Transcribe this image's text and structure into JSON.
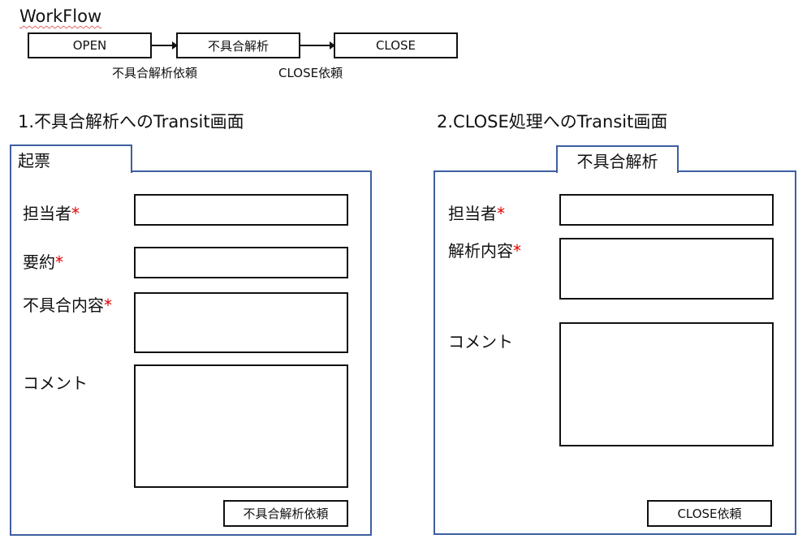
{
  "workflow": {
    "title": "WorkFlow",
    "states": [
      "OPEN",
      "不具合解析",
      "CLOSE"
    ],
    "transitions": [
      "不具合解析依頼",
      "CLOSE依頼"
    ]
  },
  "screen1": {
    "heading": "1.不具合解析へのTransit画面",
    "tab": "起票",
    "fields": {
      "assignee": "担当者",
      "summary": "要約",
      "defect": "不具合内容",
      "comment": "コメント"
    },
    "required_mark": "*",
    "button": "不具合解析依頼"
  },
  "screen2": {
    "heading": "2.CLOSE処理へのTransit画面",
    "tab": "不具合解析",
    "fields": {
      "assignee": "担当者",
      "analysis": "解析内容",
      "comment": "コメント"
    },
    "required_mark": "*",
    "button": "CLOSE依頼"
  }
}
